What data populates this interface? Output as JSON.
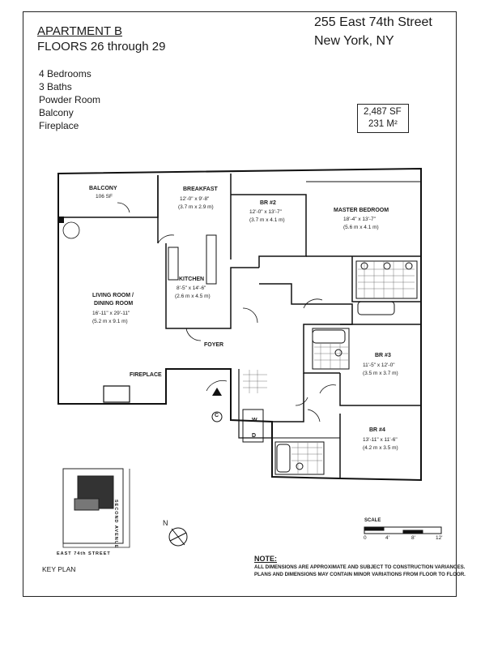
{
  "header": {
    "title": "APARTMENT B",
    "floors": "FLOORS 26 through 29",
    "address_line1": "255 East 74th Street",
    "address_line2": "New York, NY"
  },
  "features": [
    "4 Bedrooms",
    "3 Baths",
    "Powder Room",
    "Balcony",
    "Fireplace"
  ],
  "area": {
    "sf": "2,487 SF",
    "sqm": "231 M²"
  },
  "rooms": {
    "balcony": {
      "name": "BALCONY",
      "dim": "106 SF"
    },
    "breakfast": {
      "name": "BREAKFAST",
      "dim1": "12'-0\" x 9'-8\"",
      "dim2": "(3.7 m x 2.9 m)"
    },
    "br2": {
      "name": "BR #2",
      "dim1": "12'-0\" x 13'-7\"",
      "dim2": "(3.7 m x 4.1 m)"
    },
    "master": {
      "name": "MASTER BEDROOM",
      "dim1": "18'-4\" x 13'-7\"",
      "dim2": "(5.6 m x 4.1 m)"
    },
    "kitchen": {
      "name": "KITCHEN",
      "dim1": "8'-5\" x 14'-6\"",
      "dim2": "(2.6 m x 4.5 m)"
    },
    "living": {
      "name1": "LIVING ROOM /",
      "name2": "DINING ROOM",
      "dim1": "16'-11\" x 29'-11\"",
      "dim2": "(5.2 m x 9.1 m)"
    },
    "foyer": {
      "name": "FOYER"
    },
    "fireplace": {
      "name": "FIREPLACE"
    },
    "br3": {
      "name": "BR #3",
      "dim1": "11'-5\" x 12'-0\"",
      "dim2": "(3.5 m x 3.7 m)"
    },
    "br4": {
      "name": "BR #4",
      "dim1": "13'-11\" x 11'-6\"",
      "dim2": "(4.2 m x 3.5 m)"
    },
    "closet_c": "C",
    "washer": "W",
    "dryer": "D"
  },
  "key_plan": {
    "label": "KEY PLAN",
    "street_bottom": "EAST 74th STREET",
    "street_side": "SECOND AVENUE",
    "north": "N"
  },
  "scale": {
    "label": "SCALE",
    "ticks": [
      "0",
      "4'",
      "8'",
      "12'"
    ]
  },
  "note": {
    "heading": "NOTE:",
    "line1": "ALL DIMENSIONS ARE APPROXIMATE AND SUBJECT TO CONSTRUCTION VARIANCES.",
    "line2": "PLANS AND DIMENSIONS MAY CONTAIN MINOR VARIATIONS FROM FLOOR TO FLOOR."
  }
}
